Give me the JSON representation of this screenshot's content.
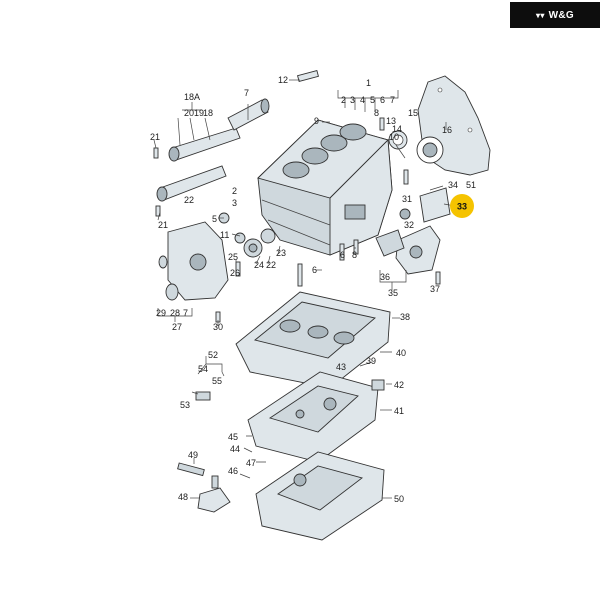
{
  "brand": {
    "text": "W&G",
    "mark": "▾▾"
  },
  "highlight": {
    "label": "33",
    "color": "#f5c300"
  },
  "callouts": {
    "c1": "1",
    "c2": "2",
    "c3": "3",
    "c4": "4",
    "c5": "5",
    "c6": "6",
    "c7": "7",
    "c8": "8",
    "c9": "9",
    "c10": "10",
    "c11": "11",
    "c12": "12",
    "c13": "13",
    "c14": "14",
    "c15": "15",
    "c16": "16",
    "c18": "18",
    "c18A": "18A",
    "c19": "19",
    "c20": "20",
    "c21a": "21",
    "c21b": "21",
    "c22": "22",
    "c23": "23",
    "c24": "24",
    "c25": "25",
    "c26": "26",
    "c27": "27",
    "c28": "28",
    "c29": "29",
    "c30": "30",
    "c31": "31",
    "c32": "32",
    "c34": "34",
    "c35": "35",
    "c36": "36",
    "c37": "37",
    "c38": "38",
    "c39": "39",
    "c40": "40",
    "c41": "41",
    "c42": "42",
    "c43": "43",
    "c44": "44",
    "c45": "45",
    "c46": "46",
    "c47": "47",
    "c48": "48",
    "c49": "49",
    "c50": "50",
    "c51": "51",
    "c52": "52",
    "c53": "53",
    "c54": "54",
    "c55": "55"
  }
}
